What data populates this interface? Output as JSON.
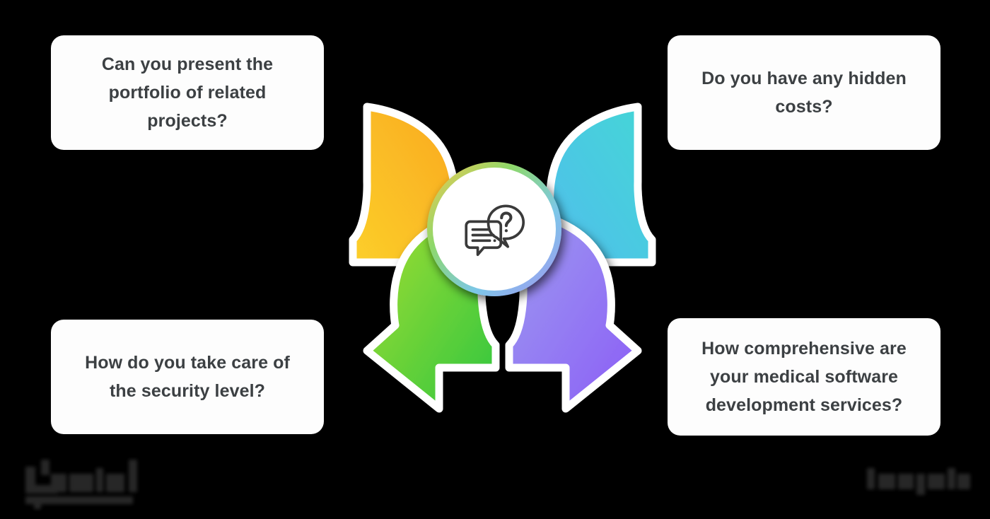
{
  "diagram": {
    "type": "pinwheel-cycle",
    "title_visible": false,
    "background_color": "#000000",
    "center": {
      "icon_name": "chat-question-icon",
      "circle_fill": "#FFFFFF",
      "ring_gradient": [
        "#F9A826",
        "#55B8F2",
        "#8B5CF6",
        "#2FC63F"
      ]
    },
    "cards": [
      {
        "id": "card-top-left",
        "position": "top-left",
        "text": "Can you present the portfolio of related projects?",
        "accent_color": "#F9A826"
      },
      {
        "id": "card-top-right",
        "position": "top-right",
        "text": "Do you have any hidden costs?",
        "accent_color": "#43D6D6"
      },
      {
        "id": "card-bottom-left",
        "position": "bottom-left",
        "text": "How do you take care of the security level?",
        "accent_color": "#6BD034"
      },
      {
        "id": "card-bottom-right",
        "position": "bottom-right",
        "text": "How comprehensive are your medical software development services?",
        "accent_color": "#8B5CF6"
      }
    ],
    "arrows": [
      {
        "id": "arrow-top-left",
        "name": "arrow-up-left",
        "direction": "up-left",
        "gradient_from": "#F9A826",
        "gradient_to": "#FCD42B"
      },
      {
        "id": "arrow-top-right",
        "name": "arrow-up-right",
        "direction": "up-right",
        "gradient_from": "#55B8F2",
        "gradient_to": "#43D6D6"
      },
      {
        "id": "arrow-bottom-left",
        "name": "arrow-down-left",
        "direction": "down-left",
        "gradient_from": "#2FC63F",
        "gradient_to": "#9BDC34"
      },
      {
        "id": "arrow-bottom-right",
        "name": "arrow-down-right",
        "direction": "down-right",
        "gradient_from": "#8B5CF6",
        "gradient_to": "#9D9CF0"
      }
    ]
  },
  "watermarks": {
    "bottom_left": {
      "legible": false,
      "color": "#2B2B2B"
    },
    "bottom_right": {
      "legible": false,
      "color": "#2B2B2B"
    }
  }
}
